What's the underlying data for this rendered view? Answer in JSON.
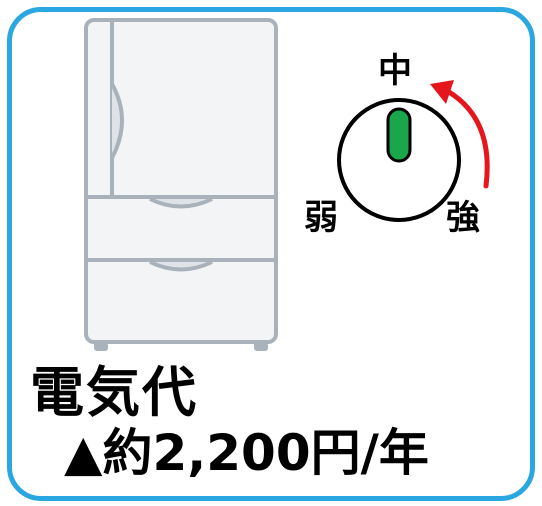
{
  "dial": {
    "label_mid": "中",
    "label_weak": "弱",
    "label_strong": "強",
    "knob_color": "#1aa64a",
    "arrow_color": "#e6161d"
  },
  "cost": {
    "title": "電気代",
    "value": "▲約2,200円/年"
  },
  "colors": {
    "border": "#2aa7e0",
    "fridge_fill": "#f2f4f6",
    "fridge_stroke": "#a9b2bb"
  }
}
